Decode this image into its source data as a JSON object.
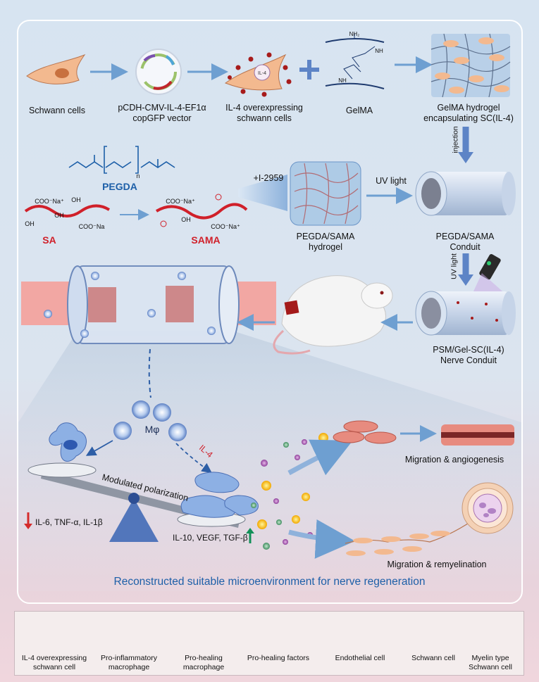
{
  "labels": {
    "schwann_cells": "Schwann cells",
    "vector_line1": "pCDH-CMV-IL-4-EF1α",
    "vector_line2": "copGFP vector",
    "il4_cells_line1": "IL-4 overexpressing",
    "il4_cells_line2": "schwann cells",
    "il4_inset": "IL-4",
    "gelma": "GelMA",
    "gelma_hydrogel_line1": "GelMA hydrogel",
    "gelma_hydrogel_line2": "encapsulating SC(IL-4)",
    "injection": "injection",
    "pegda": "PEGDA",
    "pegda_repeat": "n",
    "sa": "SA",
    "sama": "SAMA",
    "i2959": "+I-2959",
    "uv_light_1": "UV light",
    "uv_light_2": "UV light",
    "pegda_sama_hydrogel_line1": "PEGDA/SAMA",
    "pegda_sama_hydrogel_line2": "hydrogel",
    "pegda_sama_conduit_line1": "PEGDA/SAMA",
    "pegda_sama_conduit_line2": "Conduit",
    "psm_line1": "PSM/Gel-SC(IL-4)",
    "psm_line2": "Nerve Conduit",
    "macrophage": "Mφ",
    "il4_arrow": "IL-4",
    "modulated": "Modulated polarization",
    "down_cytokines": "IL-6, TNF-α, IL-1β",
    "up_cytokines": "IL-10, VEGF, TGF-β",
    "migration_angio": "Migration & angiogenesis",
    "migration_remyel": "Migration & remyelination",
    "bottom_title": "Reconstructed  suitable microenvironment for nerve regeneration",
    "nh2": "NH₂",
    "nh_a": "NH",
    "nh_b": "NH",
    "coo_na_1": "COO⁻Na⁺",
    "coo_na_2": "COO⁻Na",
    "coo_na_3": "COO⁻Na⁺",
    "coo_na_4": "COO⁻Na⁺",
    "oh_1": "OH",
    "oh_2": "OH",
    "oh_3": "OH",
    "oh_4": "OH"
  },
  "legend": [
    {
      "line1": "IL-4 overexpressing",
      "line2": "schwann cell"
    },
    {
      "line1": "Pro-inflammatory",
      "line2": "macrophage"
    },
    {
      "line1": "Pro-healing",
      "line2": "macrophage"
    },
    {
      "line1": "Pro-healing factors",
      "line2": ""
    },
    {
      "line1": "Endothelial cell",
      "line2": ""
    },
    {
      "line1": "Schwann cell",
      "line2": ""
    },
    {
      "line1": "Myelin type",
      "line2": "Schwann cell"
    }
  ],
  "colors": {
    "arrow": "#6e9fd1",
    "blue_text": "#1d5fa8",
    "red": "#d0202a",
    "schwann_fill": "#f3b98f",
    "endothelial": "#e78b7f",
    "macro_blue": "#7fa3dc",
    "green_arrow": "#129058",
    "red_arrow": "#d42b2b"
  }
}
